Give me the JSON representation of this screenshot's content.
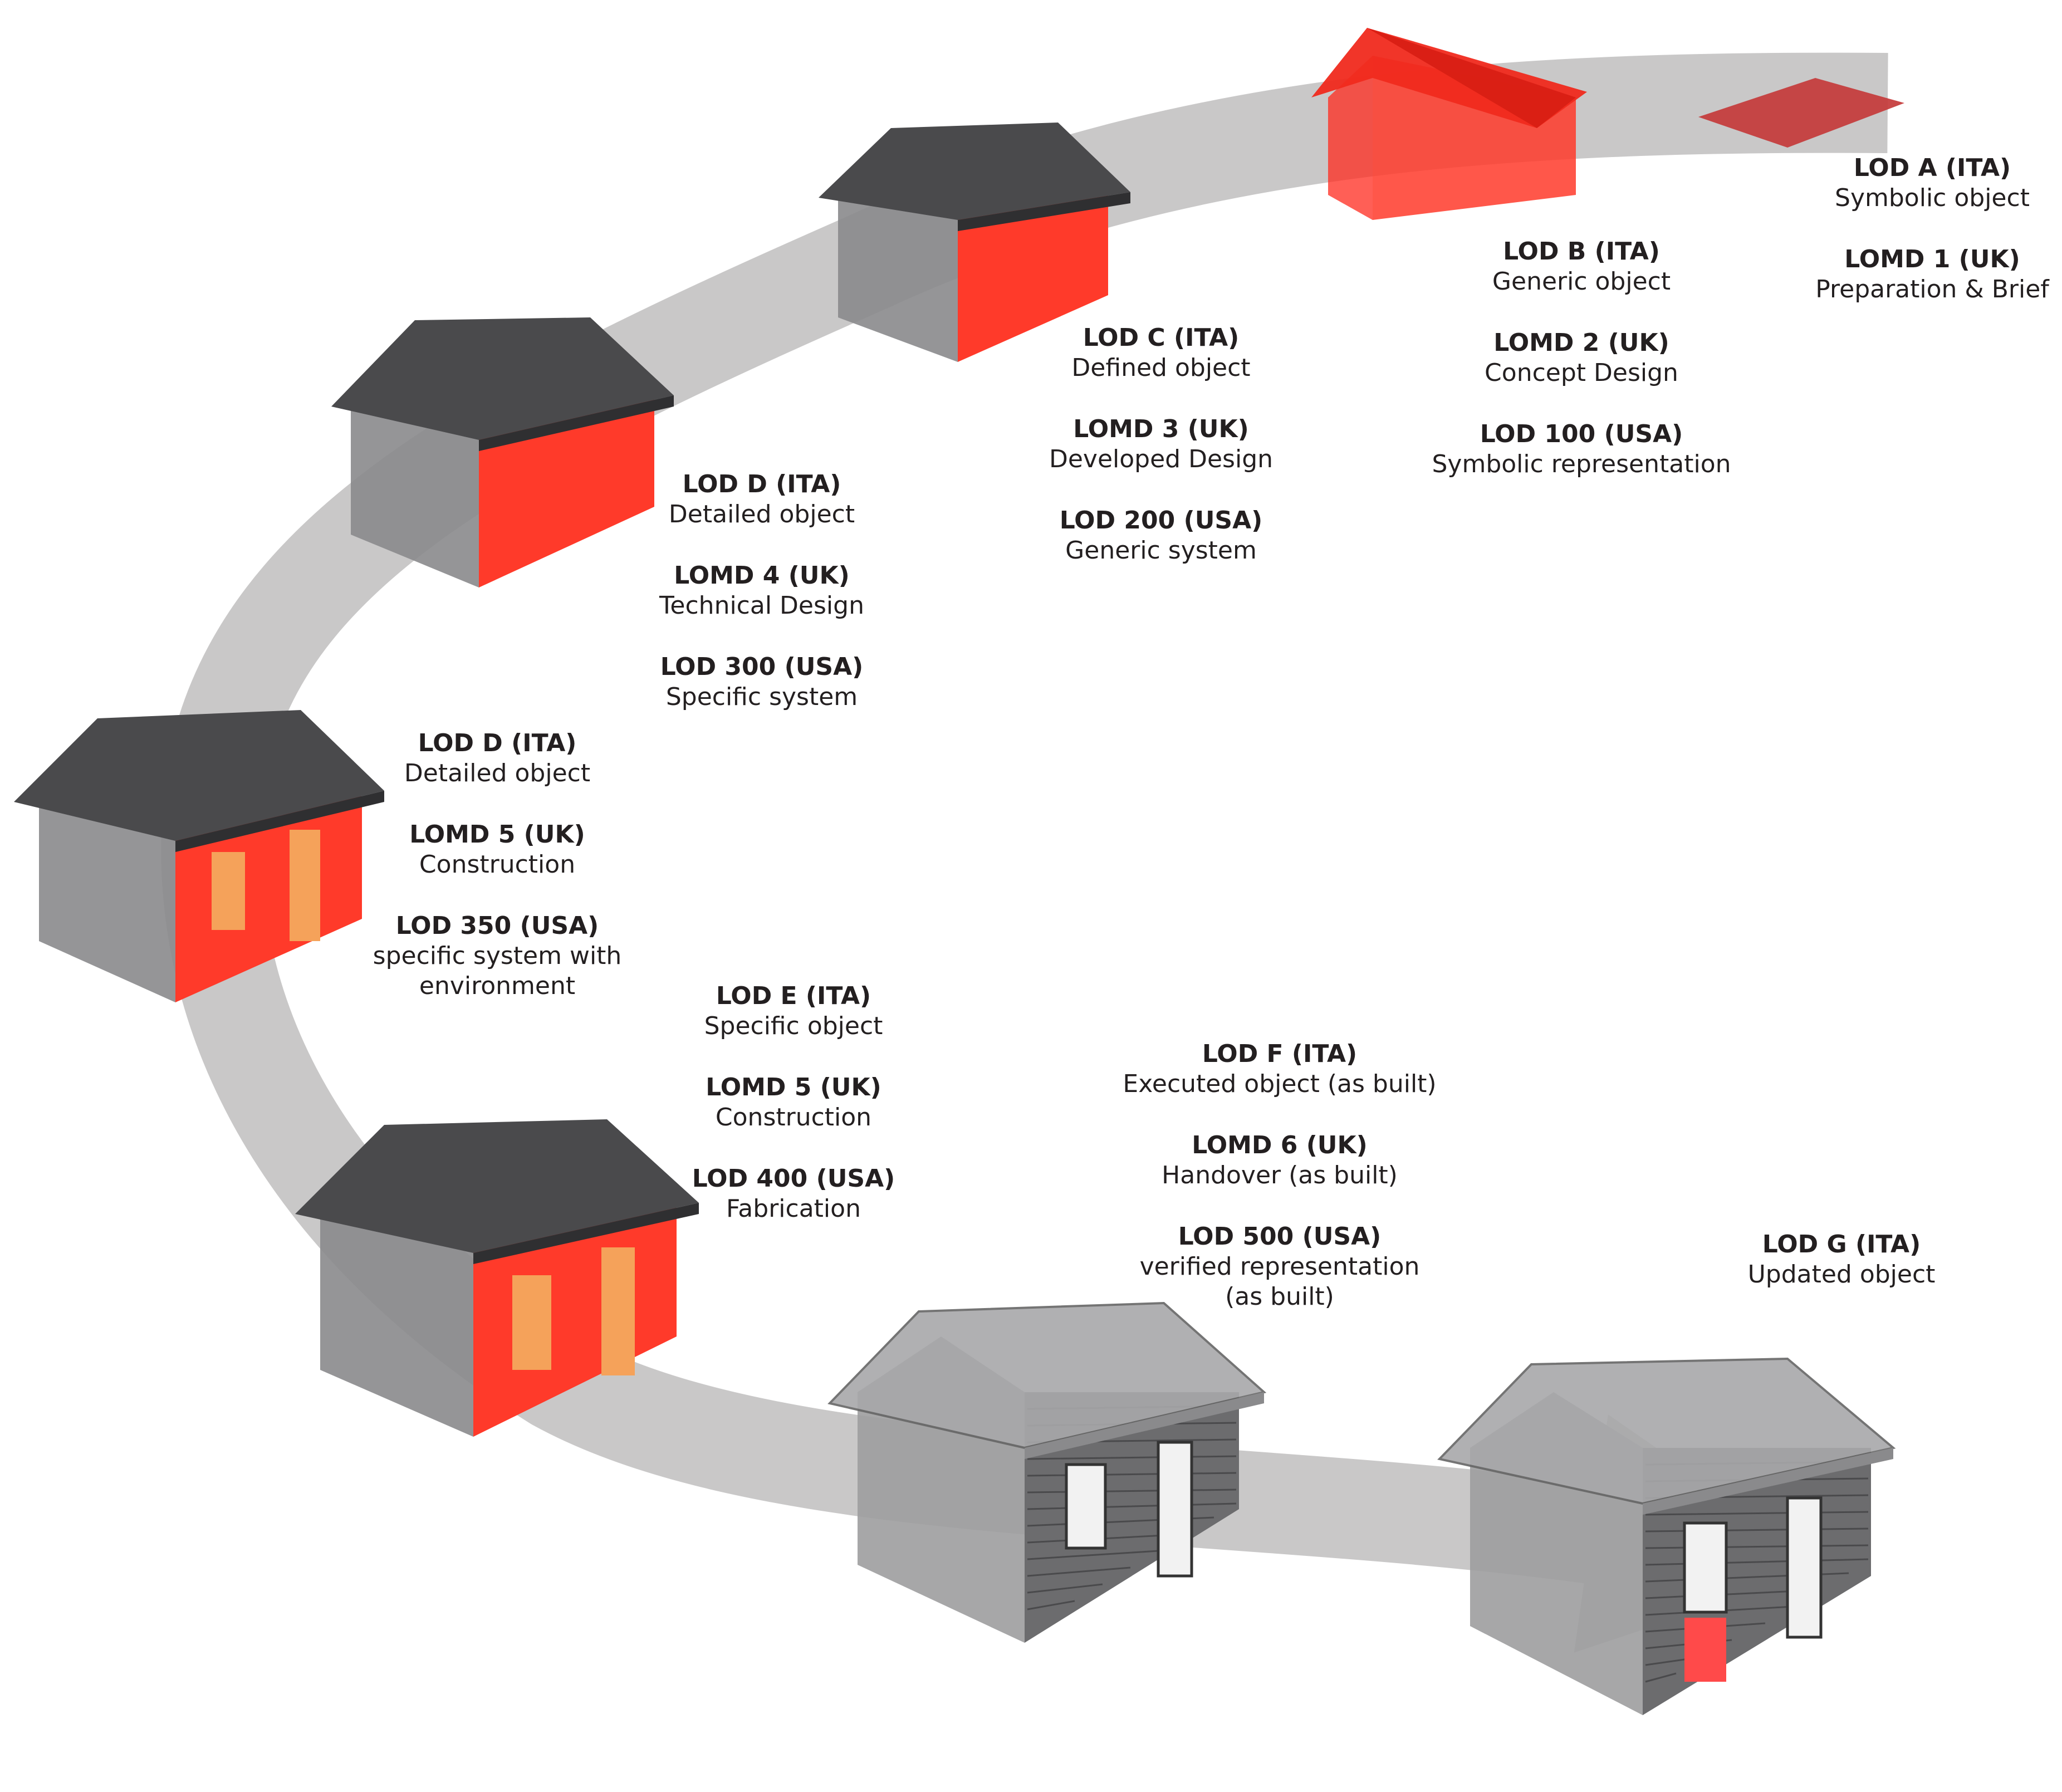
{
  "colors": {
    "path": "#c9c8c8",
    "roof": "#4a4a4c",
    "wall_gray": "#8a8a8c",
    "wall_red": "#ff3a2a",
    "opening": "#f5a25a",
    "text": "#231f20"
  },
  "stages": [
    {
      "id": "a",
      "lines": [
        {
          "code": "LOD A (ITA)",
          "desc": "Symbolic object"
        },
        {
          "code": "LOMD 1 (UK)",
          "desc": "Preparation & Brief"
        }
      ]
    },
    {
      "id": "b",
      "lines": [
        {
          "code": "LOD B (ITA)",
          "desc": "Generic object"
        },
        {
          "code": "LOMD 2 (UK)",
          "desc": "Concept Design"
        },
        {
          "code": "LOD 100 (USA)",
          "desc": "Symbolic representation"
        }
      ]
    },
    {
      "id": "c",
      "lines": [
        {
          "code": "LOD C (ITA)",
          "desc": "Defined object"
        },
        {
          "code": "LOMD 3 (UK)",
          "desc": "Developed Design"
        },
        {
          "code": "LOD 200 (USA)",
          "desc": "Generic system"
        }
      ]
    },
    {
      "id": "d1",
      "lines": [
        {
          "code": "LOD D (ITA)",
          "desc": "Detailed object"
        },
        {
          "code": "LOMD 4 (UK)",
          "desc": "Technical Design"
        },
        {
          "code": "LOD 300 (USA)",
          "desc": "Specific system"
        }
      ]
    },
    {
      "id": "d2",
      "lines": [
        {
          "code": "LOD D (ITA)",
          "desc": "Detailed object"
        },
        {
          "code": "LOMD 5 (UK)",
          "desc": "Construction"
        },
        {
          "code": "LOD 350 (USA)",
          "desc": "specific system with environment"
        }
      ]
    },
    {
      "id": "e",
      "lines": [
        {
          "code": "LOD E (ITA)",
          "desc": "Specific object"
        },
        {
          "code": "LOMD 5 (UK)",
          "desc": "Construction"
        },
        {
          "code": "LOD 400 (USA)",
          "desc": "Fabrication"
        }
      ]
    },
    {
      "id": "f",
      "lines": [
        {
          "code": "LOD F (ITA)",
          "desc": "Executed object (as built)"
        },
        {
          "code": "LOMD 6 (UK)",
          "desc": "Handover (as built)"
        },
        {
          "code": "LOD 500 (USA)",
          "desc": "verified representation (as built)"
        }
      ]
    },
    {
      "id": "g",
      "lines": [
        {
          "code": "LOD G (ITA)",
          "desc": "Updated object"
        }
      ]
    }
  ]
}
